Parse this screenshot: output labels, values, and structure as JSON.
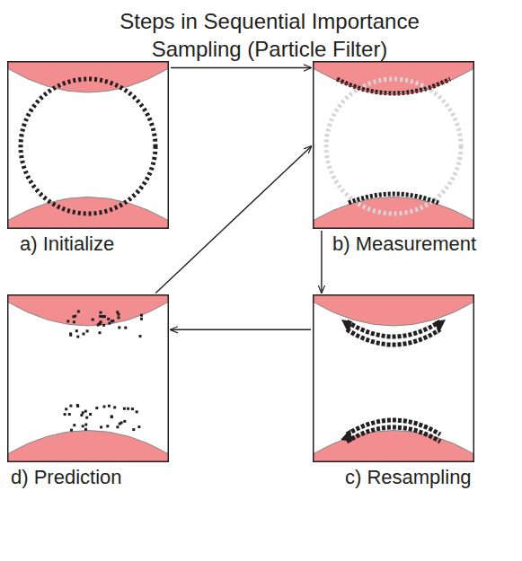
{
  "diagram": {
    "title": "Steps in Sequential Importance Sampling (Particle Filter)",
    "nodes": [
      {
        "text": [
          "a) Initialize"
        ]
      },
      {
        "text": [
          "b) Measurement"
        ]
      },
      {
        "text": [
          "d) Prediction"
        ]
      },
      {
        "text": [
          "c) Resampling"
        ]
      }
    ],
    "edges": [
      {
        "from": 0,
        "to": 1,
        "arrow": "to"
      },
      {
        "from": 1,
        "to": 3,
        "arrow": "to"
      },
      {
        "from": 3,
        "to": 2,
        "arrow": "to"
      },
      {
        "from": 2,
        "to": 1,
        "arrow": "to"
      }
    ]
  }
}
